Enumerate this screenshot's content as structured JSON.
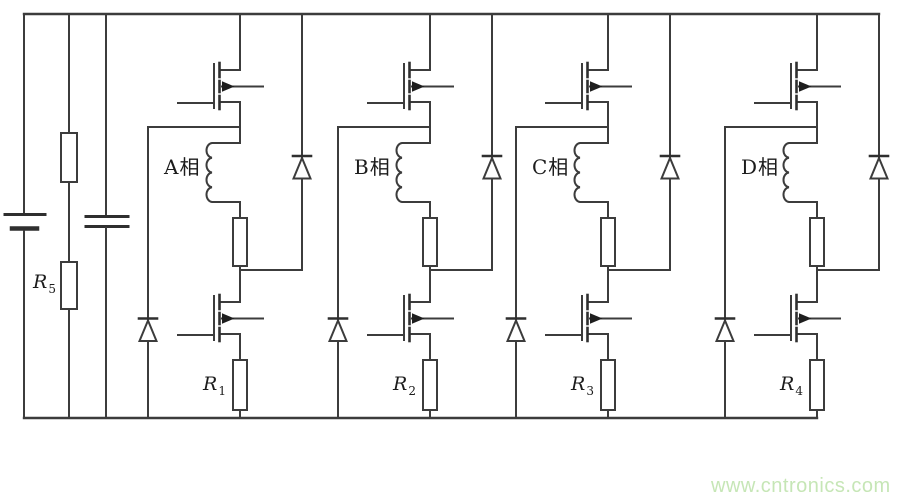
{
  "title": "four-phase switched reluctance motor asymmetric half-bridge power converter schematic",
  "watermark": "www.cntronics.com",
  "source_section": {
    "battery": "dc-source",
    "bus_divider_resistor": {
      "base": "R",
      "sub": "5"
    },
    "filter_capacitor": "bus-capacitor"
  },
  "phases": [
    {
      "id": "A",
      "winding_label": "A相",
      "resistor": {
        "base": "R",
        "sub": "1"
      }
    },
    {
      "id": "B",
      "winding_label": "B相",
      "resistor": {
        "base": "R",
        "sub": "2"
      }
    },
    {
      "id": "C",
      "winding_label": "C相",
      "resistor": {
        "base": "R",
        "sub": "3"
      }
    },
    {
      "id": "D",
      "winding_label": "D相",
      "resistor": {
        "base": "R",
        "sub": "4"
      }
    }
  ],
  "colors": {
    "wire": "#3c3c3c",
    "background": "#ffffff",
    "watermark_green": "#c6e6b6",
    "label_text": "#1c1c1c"
  }
}
